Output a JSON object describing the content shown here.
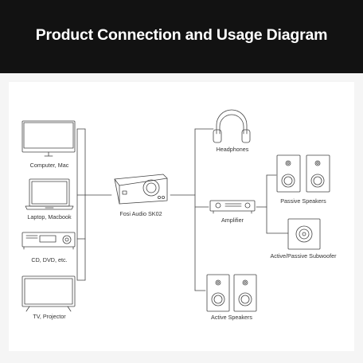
{
  "header": {
    "title": "Product Connection and Usage Diagram"
  },
  "sources": [
    {
      "label": "Computer, Mac",
      "icon": "monitor-icon"
    },
    {
      "label": "Laptop, Macbook",
      "icon": "laptop-icon"
    },
    {
      "label": "CD, DVD, etc.",
      "icon": "cd-player-icon"
    },
    {
      "label": "TV, Projector",
      "icon": "tv-icon"
    }
  ],
  "device": {
    "label": "Fosi Audio SK02",
    "icon": "dac-amp-icon"
  },
  "outputs": {
    "headphones": {
      "label": "Headphones",
      "icon": "headphones-icon"
    },
    "amplifier": {
      "label": "Amplifier",
      "icon": "amplifier-icon"
    },
    "passive_speakers": {
      "label": "Passive Speakers",
      "icon": "passive-speakers-icon"
    },
    "subwoofer": {
      "label": "Active/Passive Subwoofer",
      "icon": "subwoofer-icon"
    },
    "active_speakers": {
      "label": "Active Speakers",
      "icon": "active-speakers-icon"
    }
  },
  "colors": {
    "header_bg": "#121212",
    "page_bg": "#f5f5f5",
    "panel_bg": "#ffffff",
    "line": "#444444"
  }
}
